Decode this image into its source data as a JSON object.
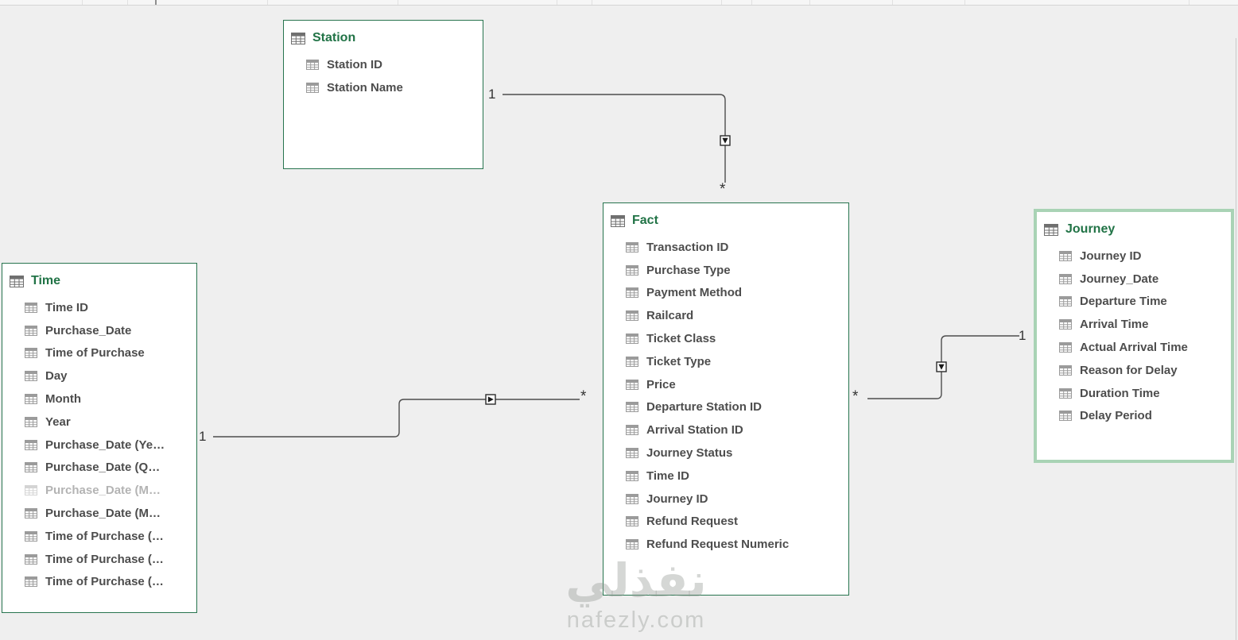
{
  "tables": {
    "station": {
      "title": "Station",
      "fields": [
        {
          "label": "Station ID"
        },
        {
          "label": "Station Name"
        }
      ]
    },
    "time": {
      "title": "Time",
      "fields": [
        {
          "label": "Time ID"
        },
        {
          "label": "Purchase_Date"
        },
        {
          "label": "Time of Purchase"
        },
        {
          "label": "Day"
        },
        {
          "label": "Month"
        },
        {
          "label": "Year"
        },
        {
          "label": "Purchase_Date (Ye…"
        },
        {
          "label": "Purchase_Date (Q…"
        },
        {
          "label": "Purchase_Date (M…",
          "hidden": true
        },
        {
          "label": "Purchase_Date (M…"
        },
        {
          "label": "Time of Purchase (…"
        },
        {
          "label": "Time of Purchase (…"
        },
        {
          "label": "Time of Purchase (…"
        }
      ]
    },
    "fact": {
      "title": "Fact",
      "fields": [
        {
          "label": "Transaction ID"
        },
        {
          "label": "Purchase Type"
        },
        {
          "label": "Payment Method"
        },
        {
          "label": "Railcard"
        },
        {
          "label": "Ticket Class"
        },
        {
          "label": "Ticket Type"
        },
        {
          "label": "Price"
        },
        {
          "label": "Departure Station ID"
        },
        {
          "label": "Arrival Station ID"
        },
        {
          "label": "Journey Status"
        },
        {
          "label": "Time ID"
        },
        {
          "label": "Journey ID"
        },
        {
          "label": "Refund Request"
        },
        {
          "label": "Refund Request Numeric"
        }
      ]
    },
    "journey": {
      "title": "Journey",
      "fields": [
        {
          "label": "Journey ID"
        },
        {
          "label": "Journey_Date"
        },
        {
          "label": "Departure Time"
        },
        {
          "label": "Arrival Time"
        },
        {
          "label": "Actual Arrival Time"
        },
        {
          "label": "Reason for Delay"
        },
        {
          "label": "Duration Time"
        },
        {
          "label": "Delay Period"
        }
      ]
    }
  },
  "relationships": [
    {
      "from": "Station",
      "to": "Fact",
      "one_label": "1",
      "many_label": "*"
    },
    {
      "from": "Time",
      "to": "Fact",
      "one_label": "1",
      "many_label": "*"
    },
    {
      "from": "Journey",
      "to": "Fact",
      "one_label": "1",
      "many_label": "*"
    }
  ],
  "watermark": {
    "logo_text": "نفذلي",
    "domain": "nafezly.com"
  },
  "colors": {
    "accent_green": "#217346",
    "selected_border": "#a9d3b5",
    "canvas_bg": "#efefef",
    "line": "#4d4d4d"
  }
}
